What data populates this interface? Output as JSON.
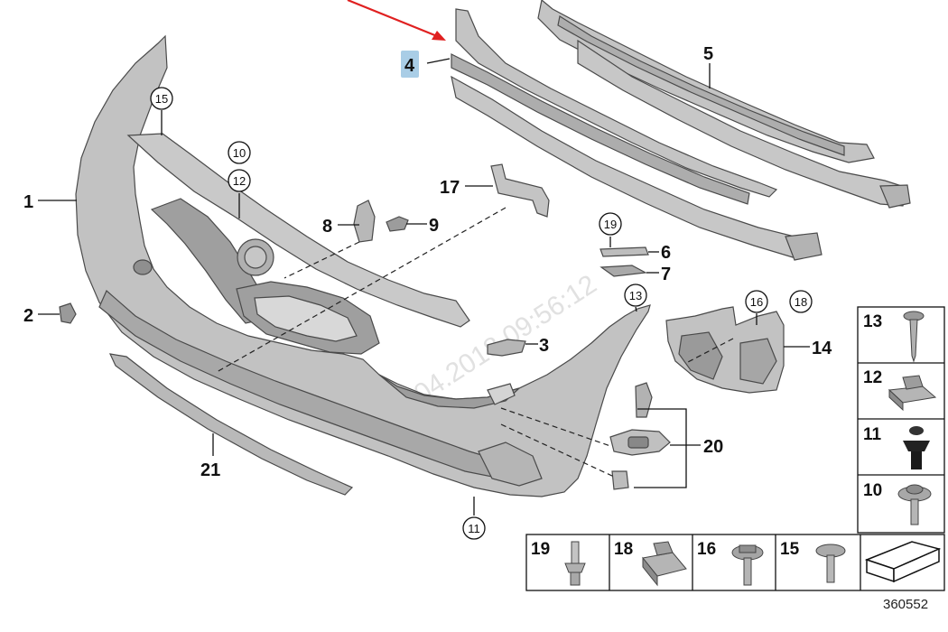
{
  "callouts": {
    "c1": "1",
    "c2": "2",
    "c3": "3",
    "c4": "4",
    "c5": "5",
    "c6": "6",
    "c7": "7",
    "c8": "8",
    "c9": "9",
    "c14": "14",
    "c17": "17",
    "c20": "20",
    "c21": "21"
  },
  "circle_callouts": {
    "c10": "10",
    "c11": "11",
    "c12": "12",
    "c13": "13",
    "c15": "15",
    "c16": "16",
    "c18": "18",
    "c19": "19"
  },
  "fastener_table": {
    "side": [
      "13",
      "12",
      "11",
      "10"
    ],
    "bottom": [
      "19",
      "18",
      "16",
      "15"
    ]
  },
  "watermark": "18.04.2018 09:56:12",
  "catalog_number": "360552",
  "colors": {
    "part_fill": "#c2c2c2",
    "part_dark": "#9a9a9a",
    "highlight": "#a9cde6",
    "arrow": "#e02020"
  },
  "icons": [
    "red-arrow-icon",
    "screw-icon",
    "clip-nut-icon",
    "push-rivet-icon",
    "collar-bolt-icon",
    "spreader-rivet-icon",
    "spring-clip-icon",
    "flange-bolt-icon",
    "pan-screw-icon",
    "panel-arrow-icon"
  ]
}
